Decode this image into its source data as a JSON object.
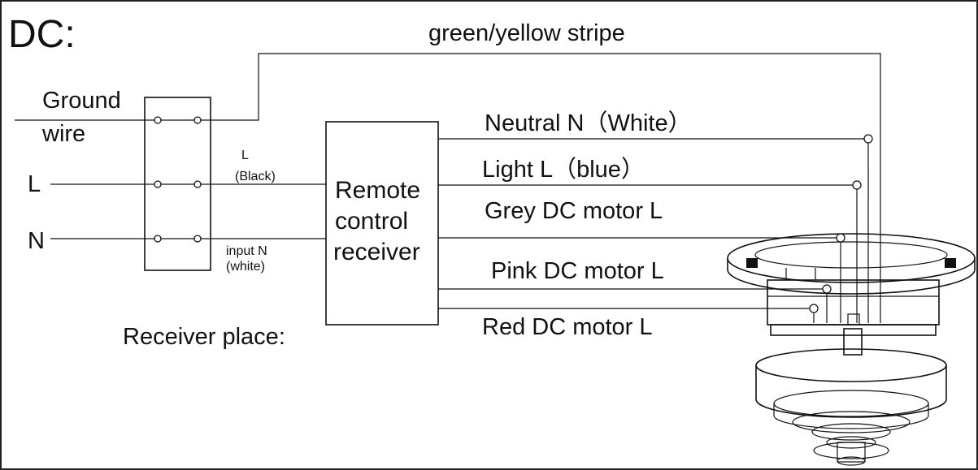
{
  "title": "DC:",
  "labels": {
    "stripe": "green/yellow stripe",
    "ground_line1": "Ground",
    "ground_line2": "wire",
    "live": "L",
    "neutral": "N",
    "l_black_line1": "L",
    "l_black_line2": "(Black)",
    "input_n_line1": "input  N",
    "input_n_line2": "(white)",
    "receiver_line1": "Remote",
    "receiver_line2": "control",
    "receiver_line3": "receiver",
    "neutral_white": "Neutral  N（White）",
    "light_blue": "Light L（blue）",
    "grey_motor": "Grey DC motor L",
    "pink_motor": "Pink DC motor L",
    "red_motor": "Red DC motor L",
    "receiver_place": "Receiver place:"
  }
}
